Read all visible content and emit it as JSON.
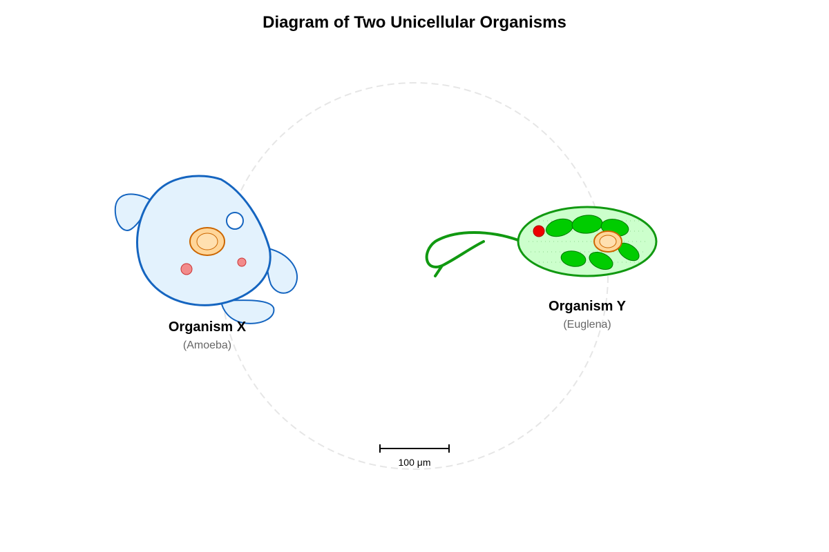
{
  "title": "Diagram of Two Unicellular Organisms",
  "organisms": [
    {
      "label": "Organism X",
      "common_name": "(Amoeba)",
      "color": "#1565c0",
      "fill": "#e3f2fd"
    },
    {
      "label": "Organism Y",
      "common_name": "(Euglena)",
      "color": "#119911",
      "fill": "#ccffcc"
    }
  ],
  "scale_bar": {
    "label": "100 μm"
  },
  "colors": {
    "nucleus_fill": "#ffd699",
    "nucleus_stroke": "#cc6600",
    "chloroplast": "#00cc00",
    "eyespot": "#ee0000",
    "food_vacuole": "#f28b8b",
    "field_of_view": "#e6e6e6"
  }
}
